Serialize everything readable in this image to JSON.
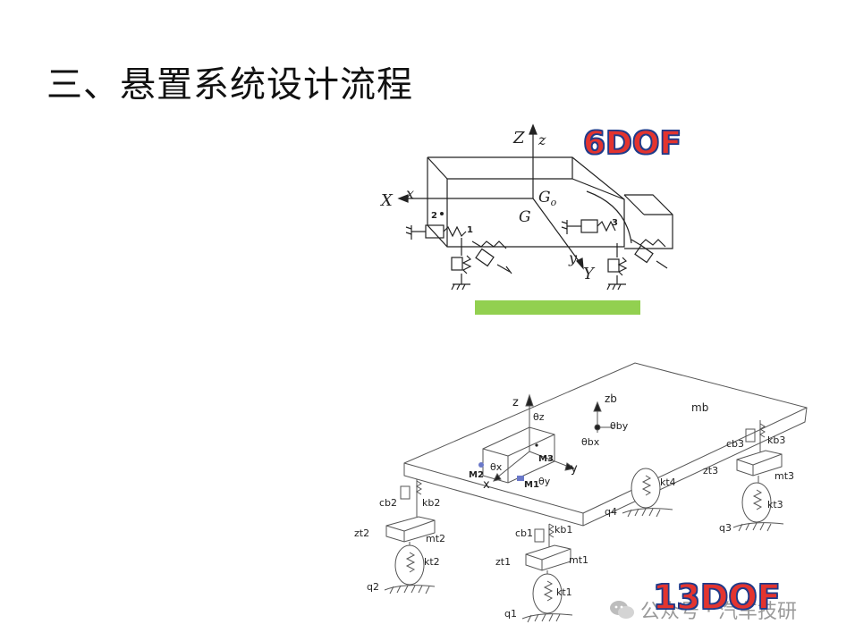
{
  "title": "三、悬置系统设计流程",
  "colors": {
    "dof_fill": "#e3342f",
    "dof_stroke": "#1f3b8a",
    "bar": "#92d050"
  },
  "diagram6": {
    "label": "6DOF",
    "axes": {
      "Z": "Z",
      "z": "z",
      "X": "X",
      "x": "x",
      "Y": "Y",
      "y": "y",
      "G": "G",
      "Go": "G",
      "Go_sub": "o"
    },
    "mounts": [
      "1",
      "2",
      "3"
    ]
  },
  "diagram13": {
    "label": "13DOF",
    "labels": {
      "z": "z",
      "theta_z": "θz",
      "zb": "zb",
      "theta_bx": "θbx",
      "theta_by": "θby",
      "mb": "mb",
      "M2": "M2",
      "M3": "M3",
      "M1": "M1",
      "theta_x": "θx",
      "theta_y": "θy",
      "x": "x",
      "y": "y",
      "cb3": "cb3",
      "kb3": "kb3",
      "zt3": "zt3",
      "mt3": "mt3",
      "kt3": "kt3",
      "q3": "q3",
      "kt4": "kt4",
      "q4": "q4",
      "cb2": "cb2",
      "kb2": "kb2",
      "zt2": "zt2",
      "mt2": "mt2",
      "kt2": "kt2",
      "q2": "q2",
      "cb1": "cb1",
      "kb1": "kb1",
      "zt1": "zt1",
      "mt1": "mt1",
      "kt1": "kt1",
      "q1": "q1"
    }
  },
  "watermark": {
    "text": "公众号 · 汽车技研",
    "icon": "wechat-icon"
  }
}
